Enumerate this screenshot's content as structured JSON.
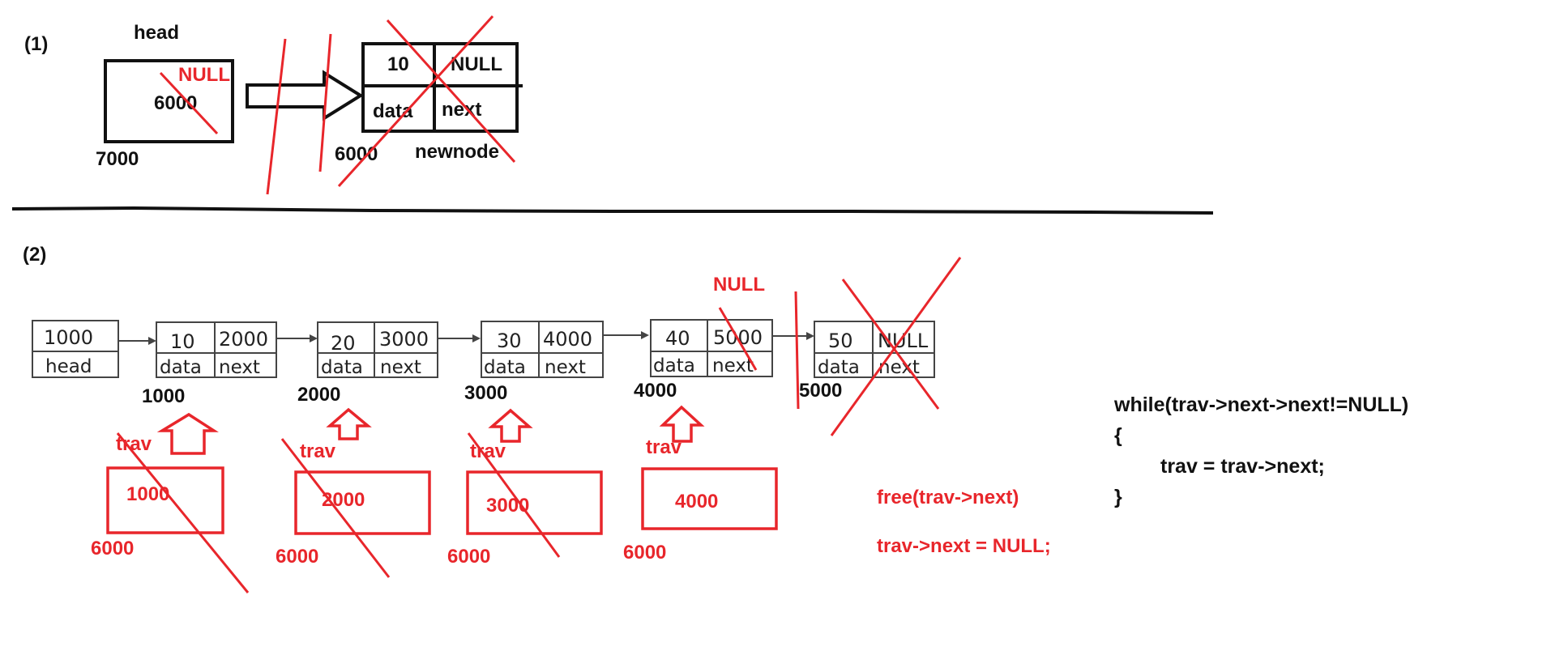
{
  "section1": {
    "label": "(1)",
    "head_label": "head",
    "head_value": "6000",
    "head_new_value": "NULL",
    "head_addr": "7000",
    "node_data": "10",
    "node_next": "NULL",
    "node_data_label": "data",
    "node_next_label": "next",
    "node_addr": "6000",
    "node_name": "newnode"
  },
  "section2": {
    "label": "(2)",
    "head_value": "1000",
    "head_label": "head",
    "nodes": [
      {
        "data": "10",
        "next": "2000",
        "data_label": "data",
        "next_label": "next",
        "addr": "1000"
      },
      {
        "data": "20",
        "next": "3000",
        "data_label": "data",
        "next_label": "next",
        "addr": "2000"
      },
      {
        "data": "30",
        "next": "4000",
        "data_label": "data",
        "next_label": "next",
        "addr": "3000"
      },
      {
        "data": "40",
        "next": "5000",
        "data_label": "data",
        "next_label": "next",
        "addr": "4000"
      },
      {
        "data": "50",
        "next": "NULL",
        "data_label": "data",
        "next_label": "next",
        "addr": "5000"
      }
    ],
    "null_note": "NULL",
    "trav": [
      {
        "label": "trav",
        "value": "1000",
        "addr": "6000"
      },
      {
        "label": "trav",
        "value": "2000",
        "addr": "6000"
      },
      {
        "label": "trav",
        "value": "3000",
        "addr": "6000"
      },
      {
        "label": "trav",
        "value": "4000",
        "addr": "6000"
      }
    ],
    "free_stmt": "free(trav->next)",
    "assign_stmt": "trav->next = NULL;",
    "code": {
      "line1": "while(trav->next->next!=NULL)",
      "line2": "{",
      "line3": "trav = trav->next;",
      "line4": "}"
    }
  },
  "colors": {
    "annotation": "#e8262b",
    "ink": "#111111"
  }
}
